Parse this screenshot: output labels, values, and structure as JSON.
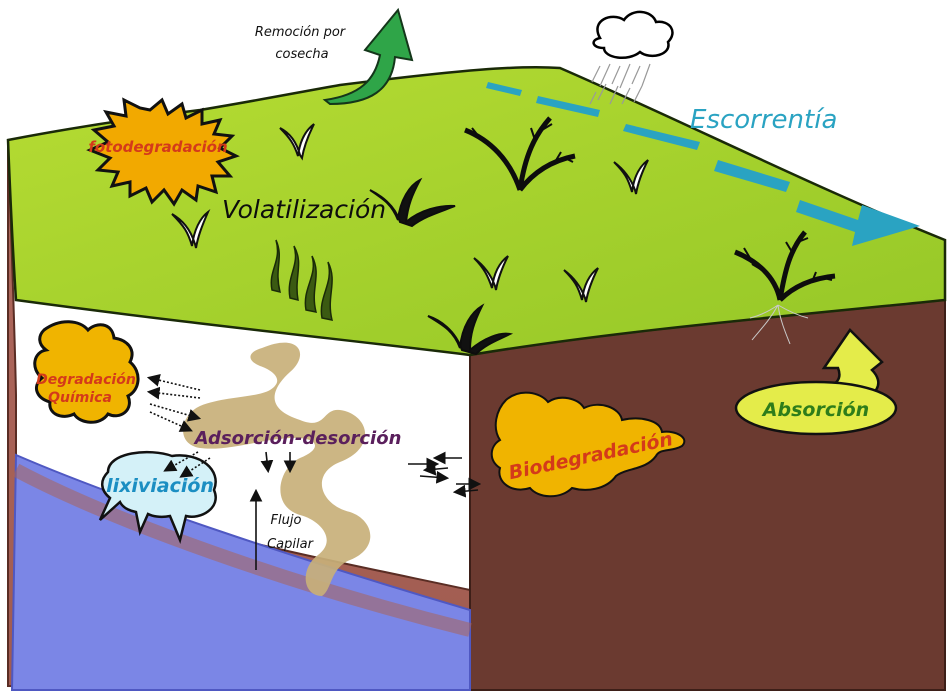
{
  "labels": {
    "removal": [
      "Remoción por",
      "cosecha"
    ],
    "runoff": "Escorrentía",
    "photodegradation": "fotodegradación",
    "volatilization": "Volatilización",
    "chemical_degradation": [
      "Degradación",
      "Química"
    ],
    "adsorption_desorption": "Adsorción-desorción",
    "leaching": "lixiviación",
    "capillary_flow": [
      "Flujo",
      "Capilar"
    ],
    "biodegradation": "Biodegradación",
    "absorption": "Absorción"
  },
  "colors": {
    "grass": "#a5d22c",
    "soil_front": "#a9645a",
    "soil_side": "#6b3a30",
    "water": "#7b86e6",
    "path": "#c8b07a",
    "blob": "#f0b400",
    "runoff_arrow": "#2aa3c2",
    "harvest_arrow": "#2fa548"
  }
}
